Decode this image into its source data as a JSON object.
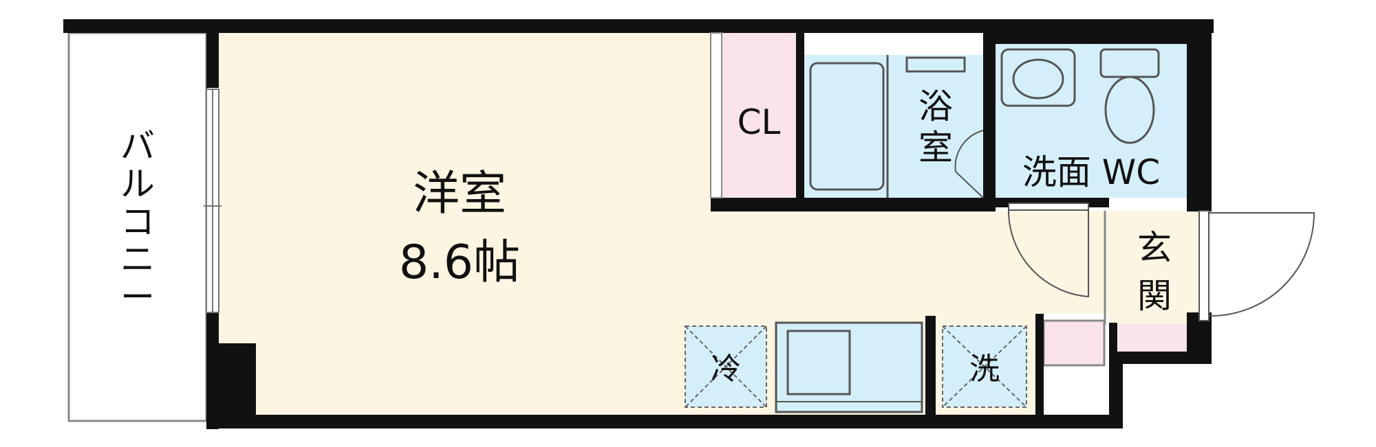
{
  "floor_plan": {
    "rooms": {
      "western_room": {
        "name": "洋室",
        "size": "8.6帖"
      },
      "balcony": {
        "chars": [
          "バ",
          "ル",
          "コ",
          "ニ",
          "ー"
        ]
      },
      "closet": {
        "label": "CL"
      },
      "bath": {
        "chars": [
          "浴",
          "室"
        ]
      },
      "washroom_wc": {
        "label": "洗面 WC"
      },
      "entrance": {
        "chars": [
          "玄",
          "関"
        ]
      },
      "fridge_space": {
        "label": "冷"
      },
      "washer_space": {
        "label": "洗"
      }
    },
    "colors": {
      "wall": "#111111",
      "room_floor": "#fcf5e1",
      "wet_area": "#d4effa",
      "closet_floor": "#fbe3ec",
      "line": "#555555"
    }
  }
}
